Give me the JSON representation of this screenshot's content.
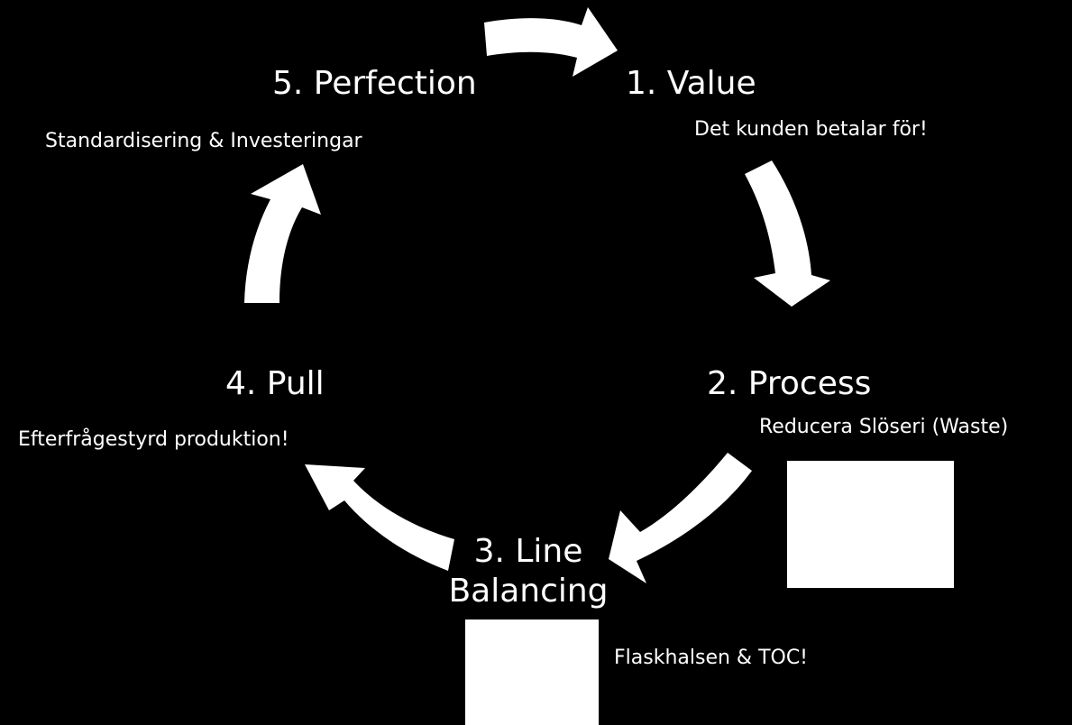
{
  "diagram": {
    "colors": {
      "background": "#000000",
      "foreground": "#ffffff"
    },
    "steps": [
      {
        "title": "1. Value",
        "note": "Det kunden betalar för!"
      },
      {
        "title": "2. Process",
        "note": "Reducera Slöseri (Waste)"
      },
      {
        "title": "3. Line Balancing",
        "note": "Flaskhalsen & TOC!"
      },
      {
        "title": "4. Pull",
        "note": "Efterfrågestyrd produktion!"
      },
      {
        "title": "5. Perfection",
        "note": "Standardisering & Investeringar"
      }
    ]
  }
}
